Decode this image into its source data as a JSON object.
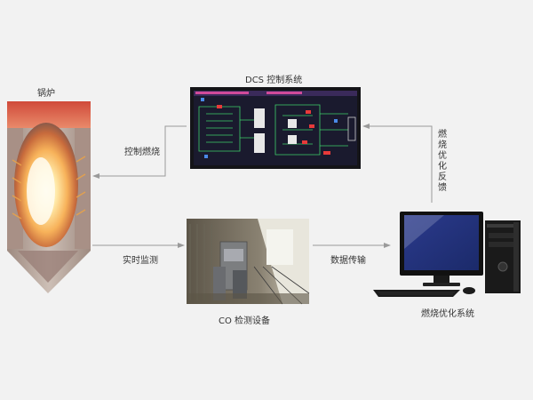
{
  "nodes": {
    "boiler": {
      "label": "锅炉"
    },
    "dcs": {
      "label": "DCS 控制系统"
    },
    "co_device": {
      "label": "CO 检测设备"
    },
    "optimizer": {
      "label": "燃烧优化系统"
    }
  },
  "edges": {
    "control_combustion": {
      "label": "控制燃烧"
    },
    "realtime_monitor": {
      "label": "实时监测"
    },
    "data_transfer": {
      "label": "数据传输"
    },
    "feedback": {
      "label": "燃烧优化反馈"
    }
  },
  "colors": {
    "background": "#f2f2f2",
    "connector": "#9a9a9a",
    "dcs_panel": "#1a1a2e",
    "flame": "#ffd27a",
    "boiler_wall": "#b8a79a"
  },
  "icons": {
    "boiler": "boiler-photo",
    "dcs": "dcs-screen-photo",
    "co_device": "co-analyzer-photo",
    "optimizer": "desktop-computer-icon"
  }
}
